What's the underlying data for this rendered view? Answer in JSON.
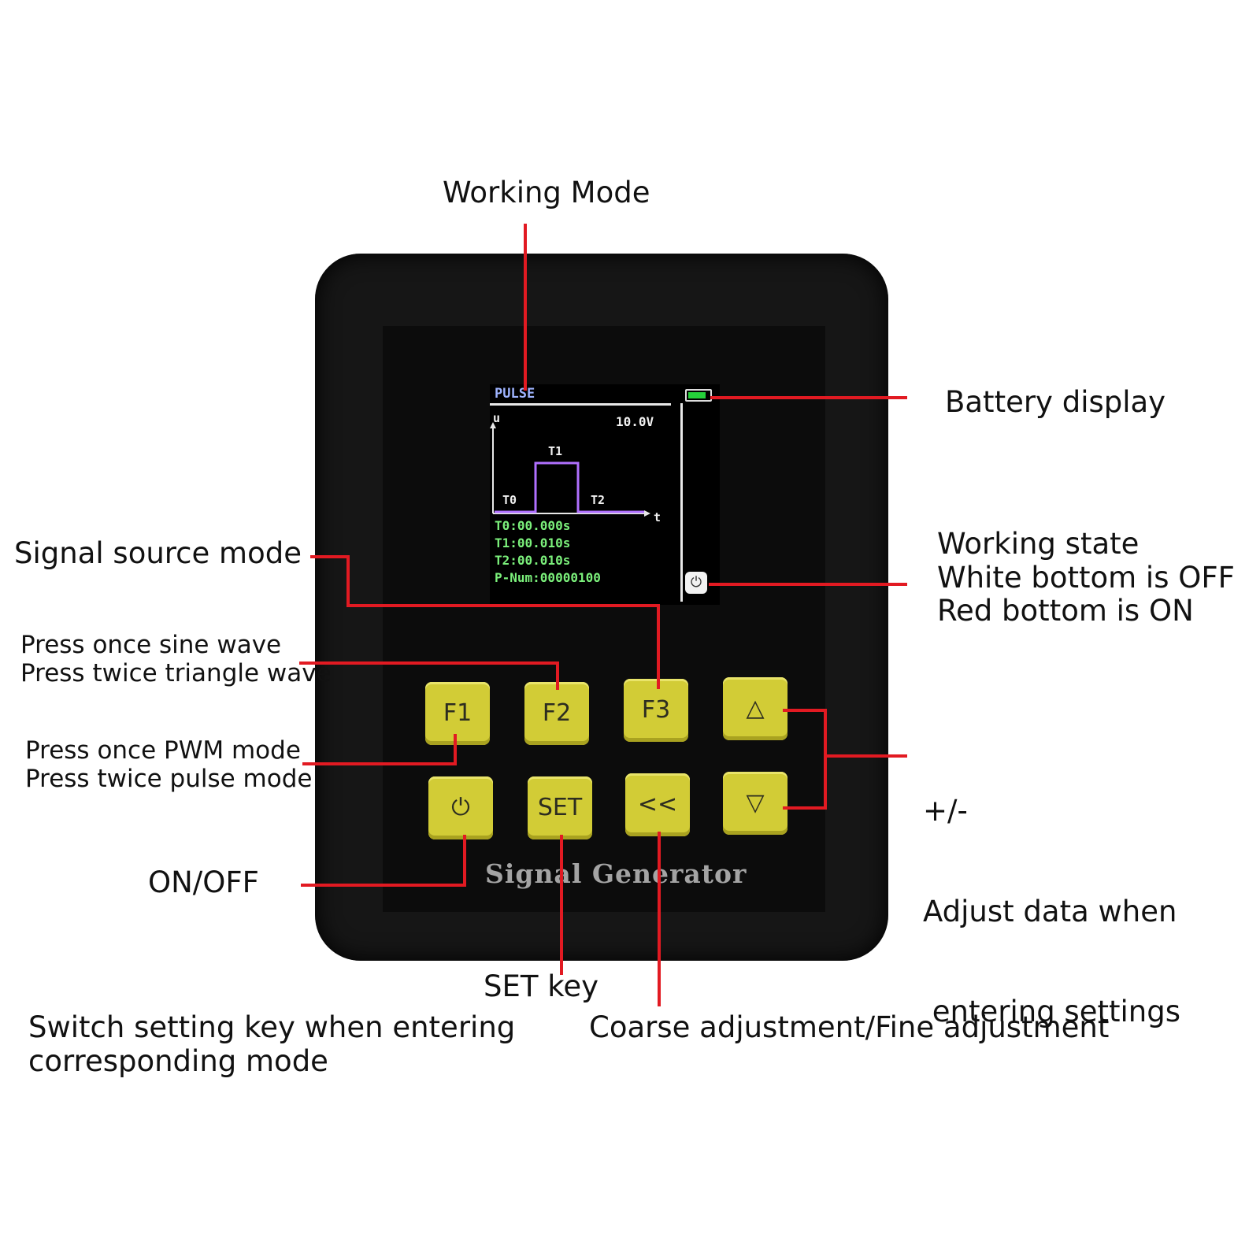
{
  "annotations": {
    "working_mode": "Working Mode",
    "battery_display": "Battery display",
    "signal_source_mode": "Signal source mode",
    "working_state": [
      "Working state",
      "White bottom is OFF",
      "Red bottom is ON"
    ],
    "f2_hint": [
      "Press once sine wave",
      "Press twice triangle wave"
    ],
    "f1_hint": [
      "Press once PWM mode",
      "Press twice pulse mode"
    ],
    "plus_minus": [
      "+/-",
      "Adjust data when",
      " entering settings"
    ],
    "on_off": "ON/OFF",
    "set_key": "SET key",
    "set_desc": [
      "Switch setting key when entering",
      "corresponding mode"
    ],
    "coarse_fine": "Coarse adjustment/Fine adjustment"
  },
  "screen": {
    "mode": "PULSE",
    "voltage": "10.0V",
    "axis_u": "u",
    "axis_t": "t",
    "pulse_labels": {
      "t0": "T0",
      "t1": "T1",
      "t2": "T2"
    },
    "params": [
      "T0:00.000s",
      "T1:00.010s",
      "T2:00.010s",
      "P-Num:00000100"
    ],
    "battery_color": "#25d13a",
    "state_icon": "power-icon"
  },
  "keys": {
    "f1": "F1",
    "f2": "F2",
    "f3": "F3",
    "up": "△",
    "power": "⏻",
    "set": "SET",
    "coarse": "<<",
    "down": "▽"
  },
  "device_name": "Signal Generator",
  "colors": {
    "leader": "#e21a22",
    "key": "#d2cc36",
    "device": "#161616"
  }
}
